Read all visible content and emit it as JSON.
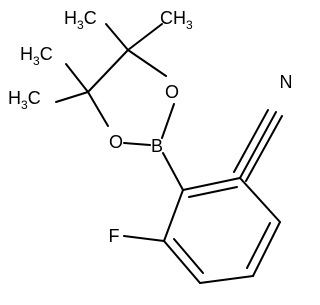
{
  "molecule": {
    "atoms": {
      "boron": "B",
      "oxygen_upper": "O",
      "oxygen_lower": "O",
      "fluorine": "F",
      "nitrile_nitrogen": "N"
    },
    "methyls": {
      "top_left": {
        "main": "H",
        "sub": "3",
        "tail": "C"
      },
      "top_right": {
        "main": "CH",
        "sub": "3"
      },
      "mid_left": {
        "main": "H",
        "sub": "3",
        "tail": "C"
      },
      "low_left": {
        "main": "H",
        "sub": "3",
        "tail": "C"
      }
    }
  }
}
